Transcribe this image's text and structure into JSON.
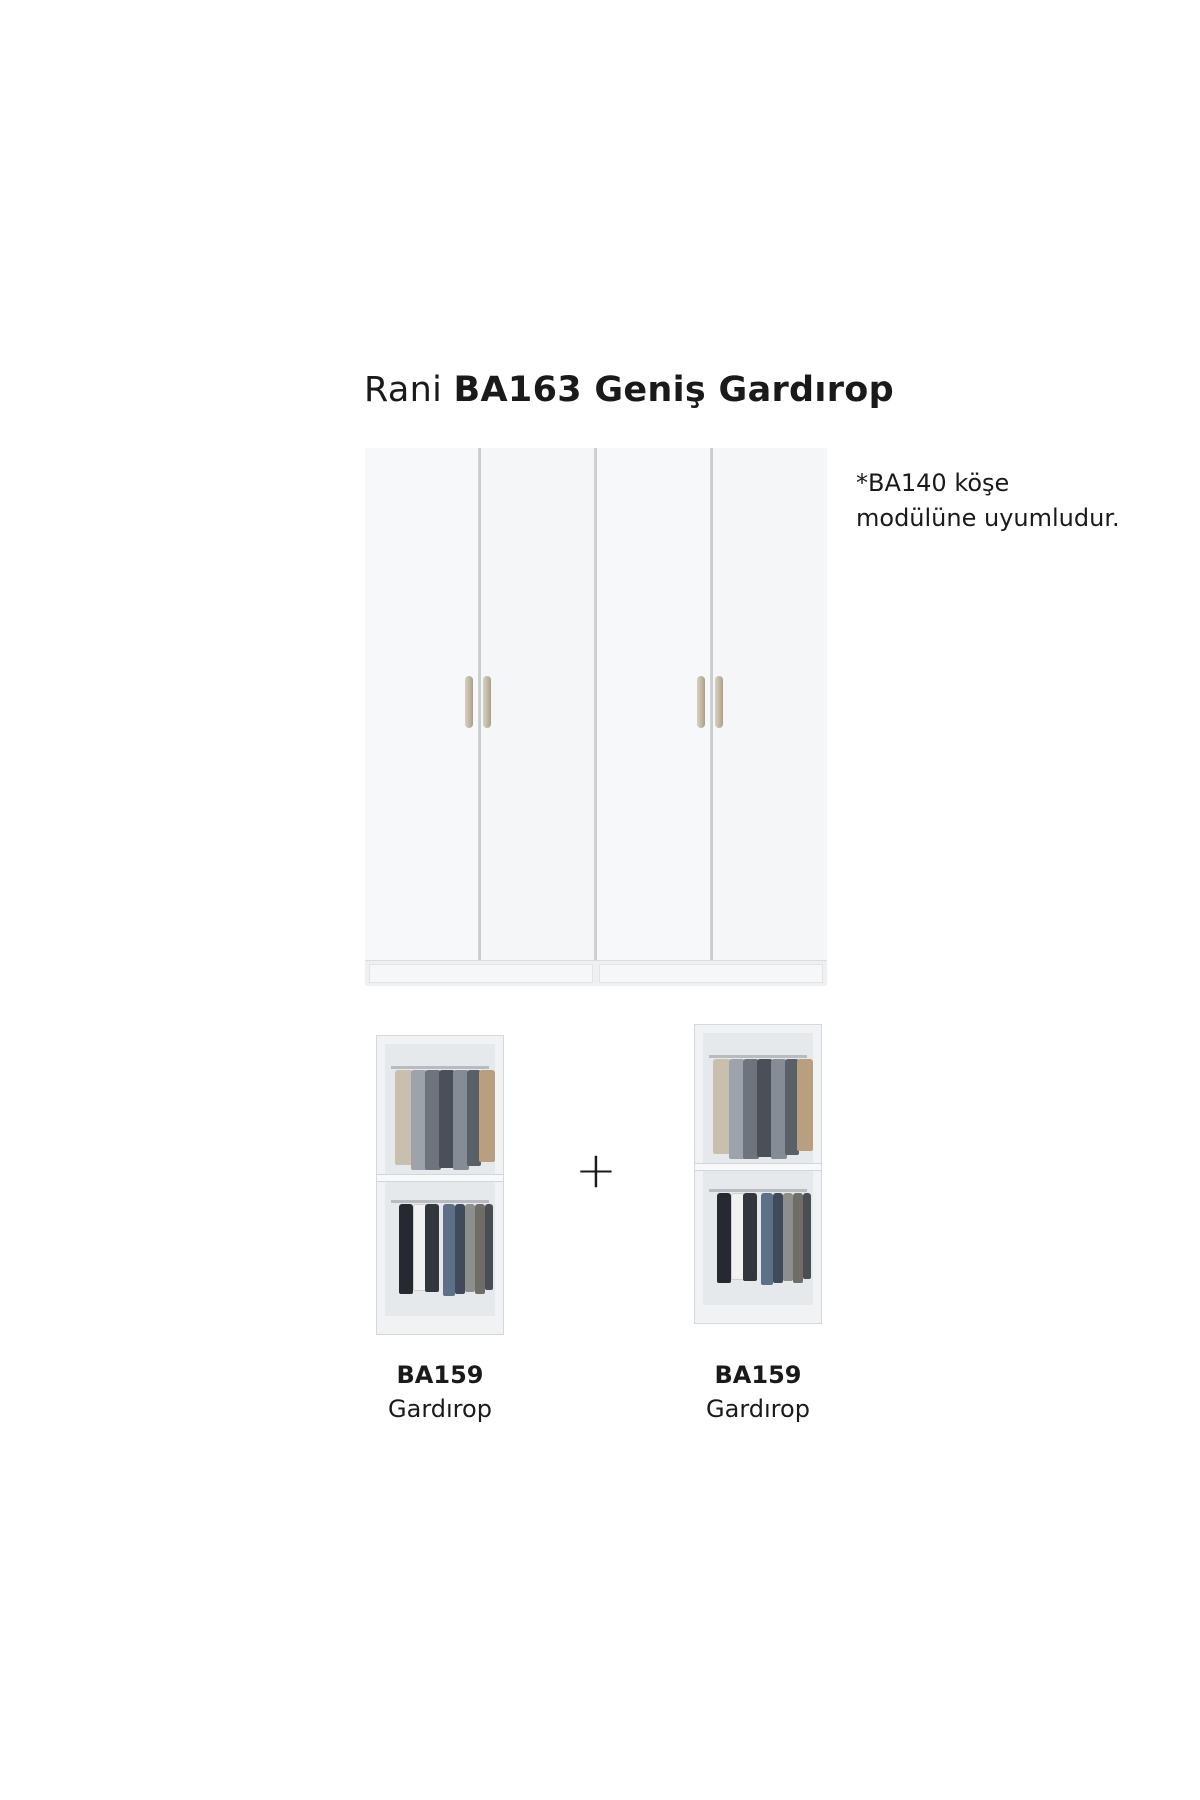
{
  "title": {
    "prefix": "Rani",
    "product": "BA163 Geniş Gardırop"
  },
  "note": {
    "line1": "*BA140 köşe",
    "line2": "modülüne uyumludur."
  },
  "combination": {
    "operator": "+",
    "left": {
      "code": "BA159",
      "name": "Gardırop"
    },
    "right": {
      "code": "BA159",
      "name": "Gardırop"
    }
  },
  "colors": {
    "cabinet": "#f6f7f9",
    "handle": "#bfb5a1",
    "text": "#1a1a1a"
  }
}
